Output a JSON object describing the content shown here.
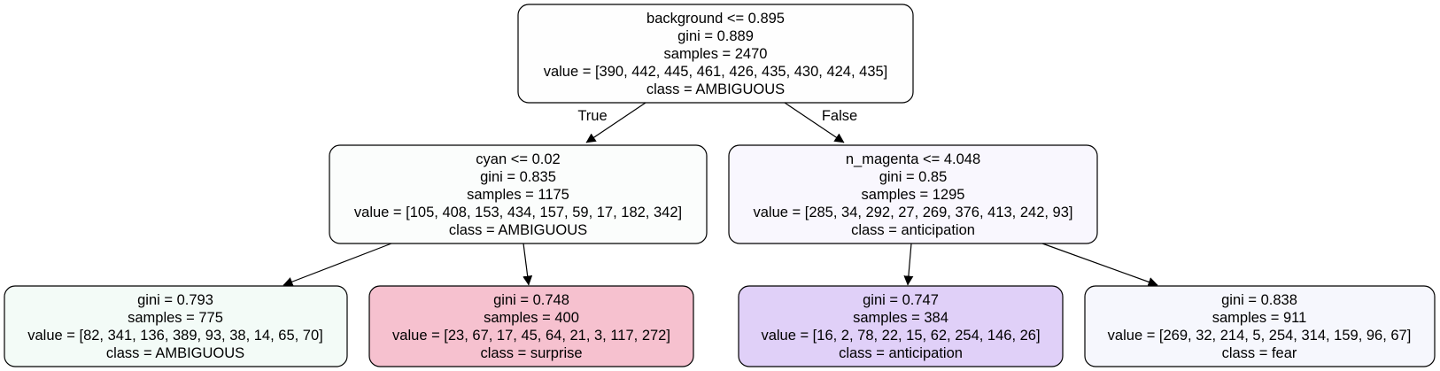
{
  "tree": {
    "nodes": [
      {
        "id": "root",
        "lines": [
          "background <= 0.895",
          "gini = 0.889",
          "samples = 2470",
          "value = [390, 442, 445, 461, 426, 435, 430, 424, 435]",
          "class = AMBIGUOUS"
        ],
        "fill": "#fefefe"
      },
      {
        "id": "left",
        "lines": [
          "cyan <= 0.02",
          "gini = 0.835",
          "samples = 1175",
          "value = [105, 408, 153, 434, 157, 59, 17, 182, 342]",
          "class = AMBIGUOUS"
        ],
        "fill": "#fbfdfc"
      },
      {
        "id": "right",
        "lines": [
          "n_magenta <= 4.048",
          "gini = 0.85",
          "samples = 1295",
          "value = [285, 34, 292, 27, 269, 376, 413, 242, 93]",
          "class = anticipation"
        ],
        "fill": "#f9f7fe"
      },
      {
        "id": "ll",
        "lines": [
          "gini = 0.793",
          "samples = 775",
          "value = [82, 341, 136, 389, 93, 38, 14, 65, 70]",
          "class = AMBIGUOUS"
        ],
        "fill": "#f3fbf7"
      },
      {
        "id": "lr",
        "lines": [
          "gini = 0.748",
          "samples = 400",
          "value = [23, 67, 17, 45, 64, 21, 3, 117, 272]",
          "class = surprise"
        ],
        "fill": "#f6c1cf"
      },
      {
        "id": "rl",
        "lines": [
          "gini = 0.747",
          "samples = 384",
          "value = [16, 2, 78, 22, 15, 62, 254, 146, 26]",
          "class = anticipation"
        ],
        "fill": "#e0d0f8"
      },
      {
        "id": "rr",
        "lines": [
          "gini = 0.838",
          "samples = 911",
          "value = [269, 32, 214, 5, 254, 314, 159, 96, 67]",
          "class = fear"
        ],
        "fill": "#f6f7fd"
      }
    ],
    "edges": [
      {
        "from": "root",
        "to": "left",
        "label": "True"
      },
      {
        "from": "root",
        "to": "right",
        "label": "False"
      },
      {
        "from": "left",
        "to": "ll",
        "label": ""
      },
      {
        "from": "left",
        "to": "lr",
        "label": ""
      },
      {
        "from": "right",
        "to": "rl",
        "label": ""
      },
      {
        "from": "right",
        "to": "rr",
        "label": ""
      }
    ]
  }
}
